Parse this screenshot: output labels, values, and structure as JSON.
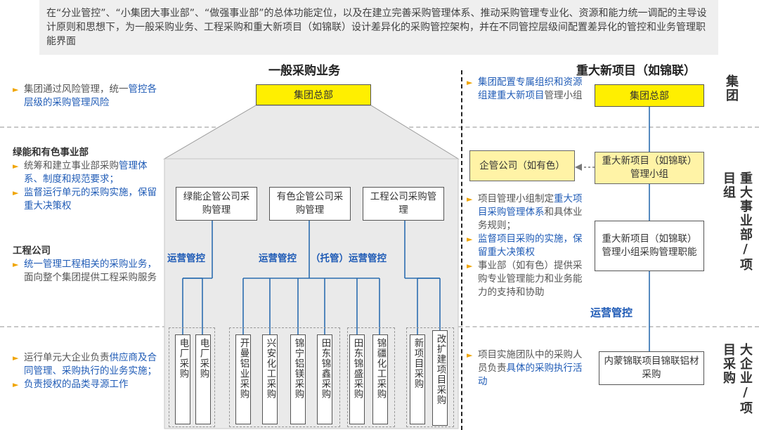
{
  "intro": "在“分业管控”、“小集团大事业部”、“做强事业部”的总体功能定位，以及在建立完善采购管理体系、推动采购管理专业化、资源和能力统一调配的主导设计原则和思想下，为一般采购业务、工程采购和重大新项目（如锦联）设计差异化的采购管控架构，并在不同管控层级间配置差异化的管控和业务管理职能界面",
  "titles": {
    "general": "一般采购业务",
    "major": "重大新项目（如锦联）"
  },
  "left": {
    "group_text": {
      "pre": "集团通过风险管理，统一",
      "hl": "管控各层级的采购管理风险"
    },
    "bu_title": "绿能和有色事业部",
    "bu_b1": {
      "pre": "统筹和建立事业部采购",
      "hl": "管理体系、制度和规范要求；"
    },
    "bu_b2": {
      "hl": "监督运行单元的采购实施，保留重大决策权"
    },
    "eng_title": "工程公司",
    "eng_b1": {
      "hl": "统一管理工程相关的采购业务，",
      "post": "面向整个集团提供工程采购服务"
    },
    "unit_b1": {
      "pre": "运行单元大企业负责",
      "hl": "供应商及合同管理、采购执行的业务实施；"
    },
    "unit_b2": {
      "hl": "负责授权的品类寻源工作"
    }
  },
  "center": {
    "hq": "集团总部",
    "box_lv": "绿能企管公司采购管理",
    "box_ys": "有色企管公司采购管理",
    "box_gc": "工程公司采购管理",
    "ctrl1": "运营管控",
    "ctrl2": "运营管控",
    "ctrl3": "（托管）运营管控",
    "units": [
      "电厂采购",
      "电厂采购",
      "开曼铝业采购",
      "兴安化工采购",
      "锦宁铝镁采购",
      "田东锦鑫采购",
      "田东锦盛采购",
      "锦疆化工采购",
      "新项目采购",
      "改扩建项目采购"
    ]
  },
  "middle": {
    "t1": {
      "hl": "集团配置专属组织和资源组建重大新项目",
      "post": "管理小组"
    },
    "t2": {
      "pre": "项目管理小组制定",
      "hl": "重大项目采购管理体系",
      "post": "和具体业务规则；"
    },
    "t3": {
      "hl": "监督项目采购的实施，保留重大决策权"
    },
    "t4": {
      "pre": "事业部（如有色）提供采购专业管理能力和业务能力的支持和协助"
    },
    "t5": {
      "pre": "项目实施团队中的采购人员负责",
      "hl": "具体的采购执行活动"
    }
  },
  "right": {
    "hq": "集团总部",
    "mgmt_company": "企管公司（如有色）",
    "major_group": "重大新项目（如锦联）管理小组",
    "major_duty": "重大新项目（如锦联）管理小组采购管理职能",
    "ctrl": "运营管控",
    "unit": "内蒙锦联项目锦联铝材采购"
  },
  "side_labels": {
    "group": "集团",
    "bu": "重大事业部/项目组",
    "enterprise": "大企业/项目采购"
  },
  "colors": {
    "yellow": "#ffef00",
    "blue_text": "#1f5bb6",
    "bullet": "#f0a500",
    "line_blue": "#2b6cb0"
  }
}
